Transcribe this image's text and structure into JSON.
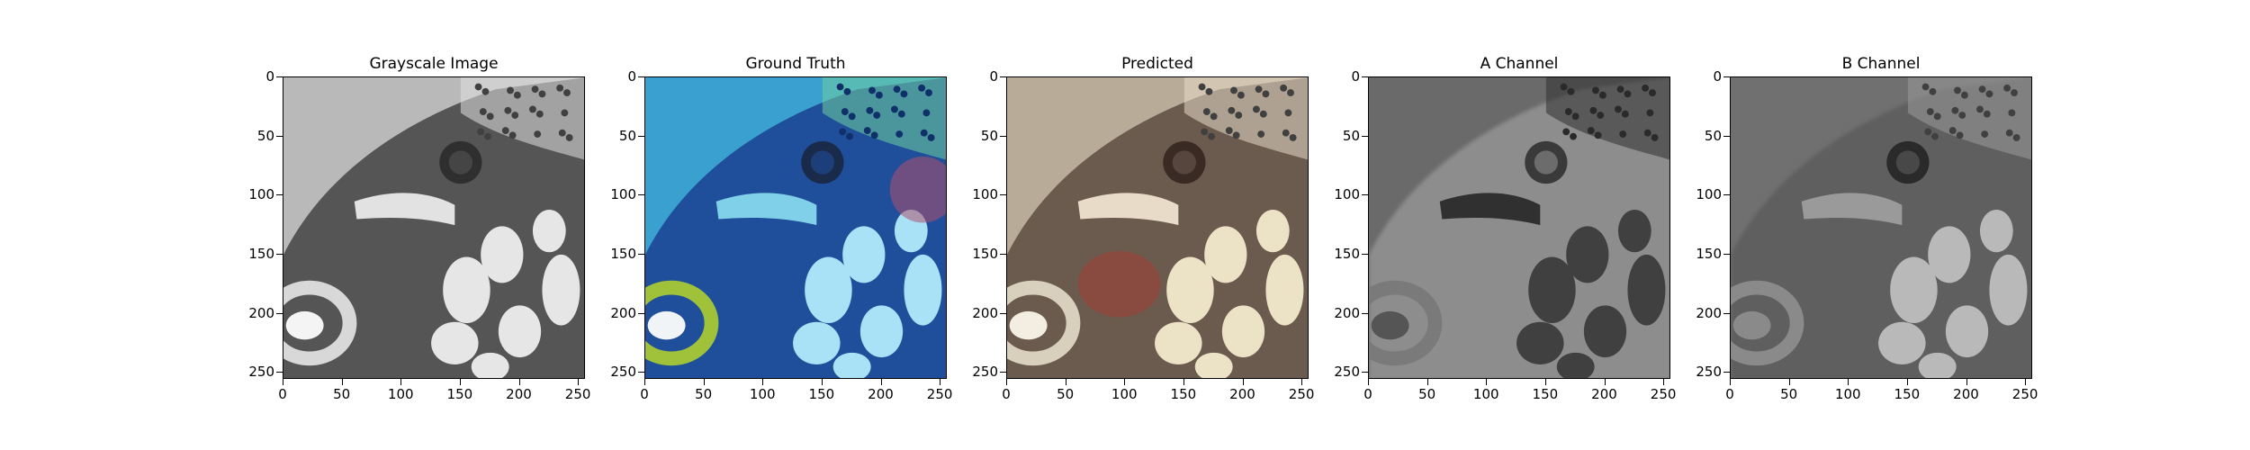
{
  "panels": [
    {
      "title": "Grayscale Image",
      "icon": "fish-grayscale-image",
      "mode": "gray"
    },
    {
      "title": "Ground Truth",
      "icon": "fish-color-image",
      "mode": "truth"
    },
    {
      "title": "Predicted",
      "icon": "fish-predicted-image",
      "mode": "pred"
    },
    {
      "title": "A Channel",
      "icon": "fish-a-channel-image",
      "mode": "achan"
    },
    {
      "title": "B Channel",
      "icon": "fish-b-channel-image",
      "mode": "bchan"
    }
  ],
  "axes": {
    "y_ticks": [
      "0",
      "50",
      "100",
      "150",
      "200",
      "250"
    ],
    "x_ticks": [
      "0",
      "50",
      "100",
      "150",
      "200",
      "250"
    ],
    "y_values": [
      0,
      50,
      100,
      150,
      200,
      250
    ],
    "x_values": [
      0,
      50,
      100,
      150,
      200,
      250
    ],
    "range": [
      0,
      256
    ]
  },
  "colors": {
    "truth_body": "#1f4f9a",
    "truth_highlight": "#7fd0e8",
    "truth_mouth": "#9fc23a",
    "pred_body": "#6b5a4e",
    "pred_red": "#b03a2e"
  }
}
